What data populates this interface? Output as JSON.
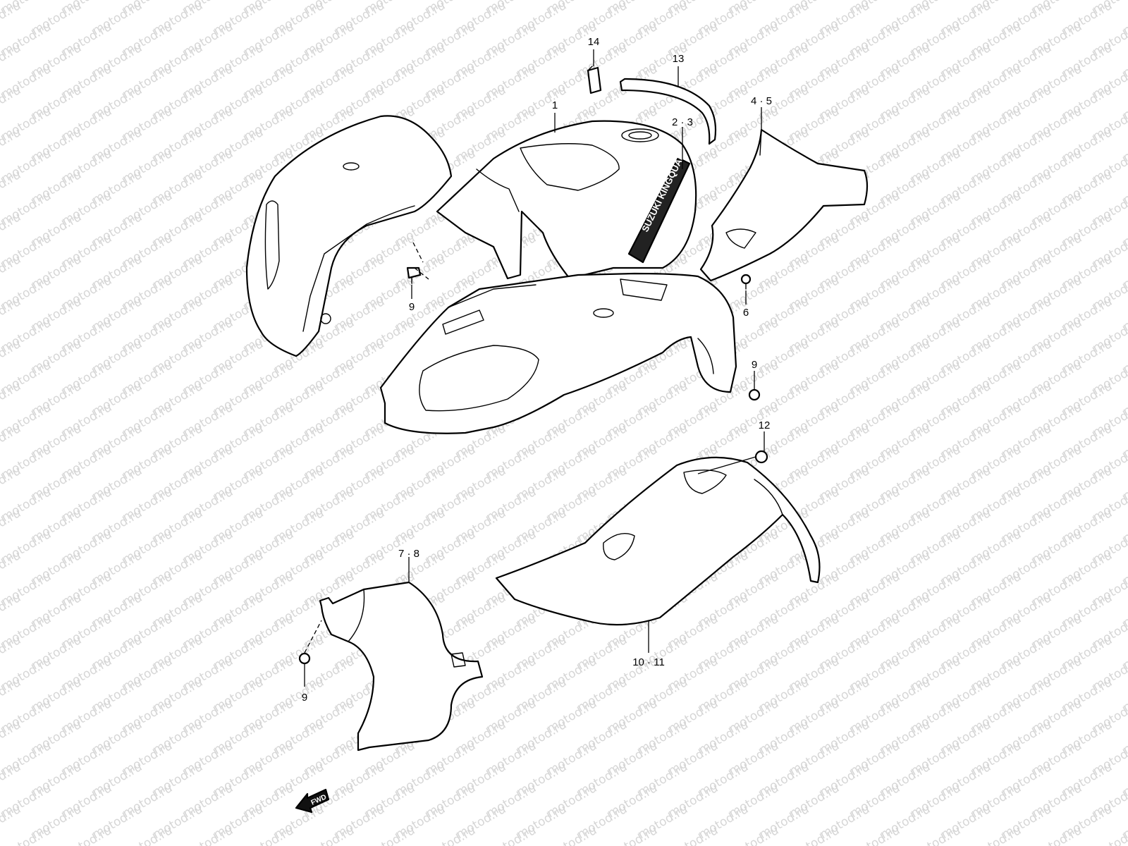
{
  "watermark": "motod.ru",
  "fwd_label": "FWD",
  "callouts": {
    "c1": "1",
    "c2_3": "2 · 3",
    "c4_5": "4 · 5",
    "c6": "6",
    "c7_8": "7 · 8",
    "c9_a": "9",
    "c9_b": "9",
    "c9_c": "9",
    "c10_11": "10 · 11",
    "c12": "12",
    "c13": "13",
    "c14": "14"
  }
}
